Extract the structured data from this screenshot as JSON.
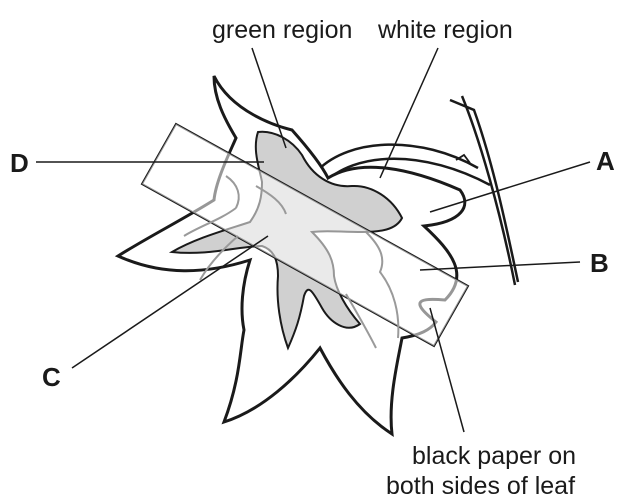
{
  "labels": {
    "green_region": "green region",
    "white_region": "white region",
    "A": "A",
    "B": "B",
    "C": "C",
    "D": "D",
    "black_paper_line1": "black paper on",
    "black_paper_line2": "both sides of leaf"
  },
  "colors": {
    "outline": "#1a1a1a",
    "green_fill": "#d0d0d0",
    "inner_line": "#9a9a9a",
    "paper": "#ffffff"
  }
}
